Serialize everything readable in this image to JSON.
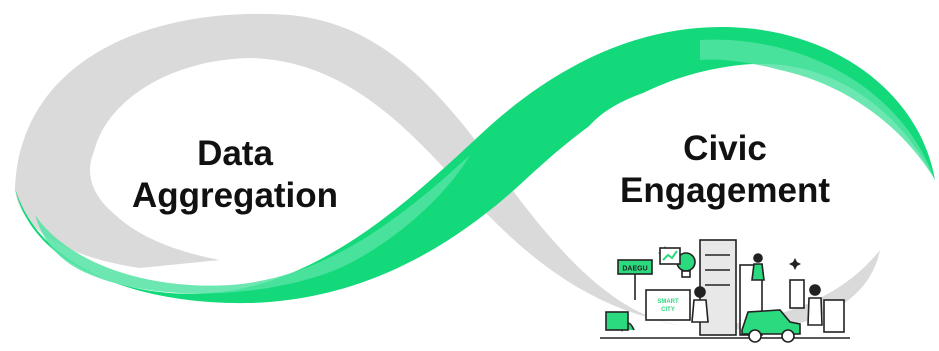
{
  "diagram": {
    "colors": {
      "gray_band": "#dadada",
      "green_band": "#13d97a",
      "green_light": "#54e3a3",
      "illustration_ink": "#222222",
      "illustration_fill": "#ffffff",
      "illustration_accent": "#2bd97f"
    },
    "left_loop": {
      "line1": "Data",
      "line2": "Aggregation"
    },
    "right_loop": {
      "line1": "Civic",
      "line2": "Engagement"
    },
    "illustration": {
      "sign_text": "DAEGU",
      "billboard_line1": "SMART",
      "billboard_line2": "CITY",
      "icons": [
        "lightbulb-icon",
        "car-icon",
        "person-icon",
        "building-icon",
        "chart-icon",
        "plant-icon"
      ]
    }
  }
}
